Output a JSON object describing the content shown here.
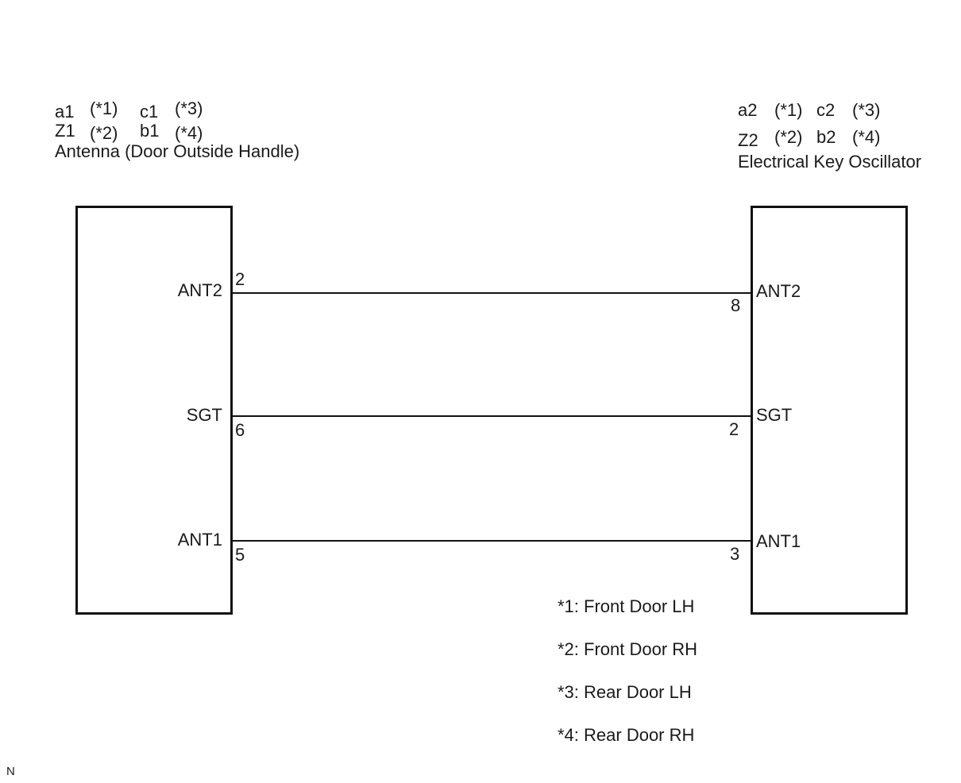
{
  "left_component": {
    "codes": [
      {
        "code": "a1",
        "variant": "(*1)"
      },
      {
        "code": "c1",
        "variant": "(*3)"
      },
      {
        "code": "Z1",
        "variant": "(*2)"
      },
      {
        "code": "b1",
        "variant": "(*4)"
      }
    ],
    "name": "Antenna (Door Outside Handle)",
    "pins": [
      {
        "signal": "ANT2",
        "pin": "2"
      },
      {
        "signal": "SGT",
        "pin": "6"
      },
      {
        "signal": "ANT1",
        "pin": "5"
      }
    ]
  },
  "right_component": {
    "codes": [
      {
        "code": "a2",
        "variant": "(*1)"
      },
      {
        "code": "c2",
        "variant": "(*3)"
      },
      {
        "code": "Z2",
        "variant": "(*2)"
      },
      {
        "code": "b2",
        "variant": "(*4)"
      }
    ],
    "name": "Electrical Key Oscillator",
    "pins": [
      {
        "signal": "ANT2",
        "pin": "8"
      },
      {
        "signal": "SGT",
        "pin": "2"
      },
      {
        "signal": "ANT1",
        "pin": "3"
      }
    ]
  },
  "legend": [
    "*1: Front Door LH",
    "*2: Front Door RH",
    "*3: Rear Door LH",
    "*4: Rear Door RH"
  ],
  "corner_mark": "N"
}
